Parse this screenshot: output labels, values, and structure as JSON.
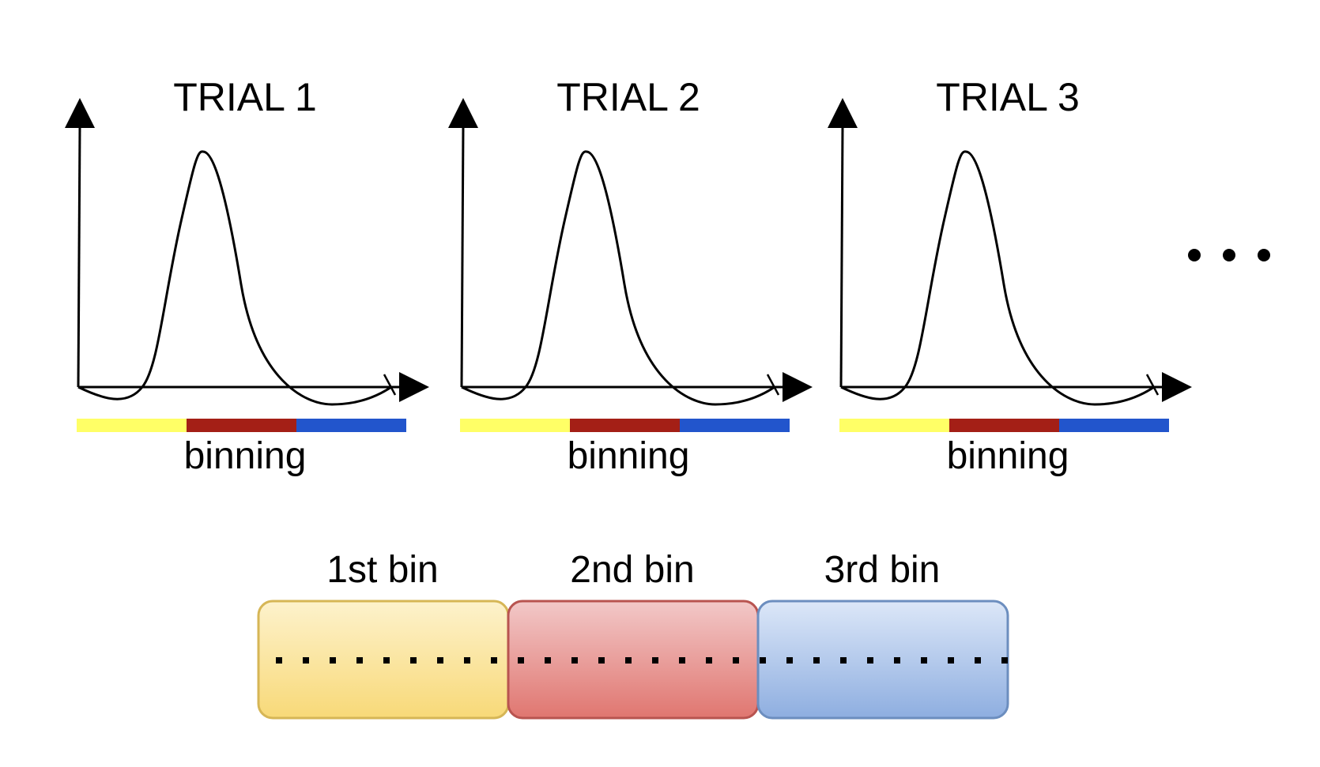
{
  "trials": [
    {
      "title": "TRIAL 1",
      "binning_label": "binning"
    },
    {
      "title": "TRIAL 2",
      "binning_label": "binning"
    },
    {
      "title": "TRIAL 3",
      "binning_label": "binning"
    }
  ],
  "ellipsis": "...",
  "bins": [
    {
      "label": "1st bin",
      "fill_top": "#fdf2cc",
      "fill_bottom": "#f8d978",
      "stroke": "#d6b656"
    },
    {
      "label": "2nd bin",
      "fill_top": "#f2c8c8",
      "fill_bottom": "#e07670",
      "stroke": "#b85450"
    },
    {
      "label": "3rd bin",
      "fill_top": "#dce7f8",
      "fill_bottom": "#8eaee0",
      "stroke": "#6c8ebf"
    }
  ],
  "colors": {
    "bin1_strip": "#ffff66",
    "bin2_strip": "#a41f16",
    "bin3_strip": "#2255cc",
    "line": "#000000"
  }
}
